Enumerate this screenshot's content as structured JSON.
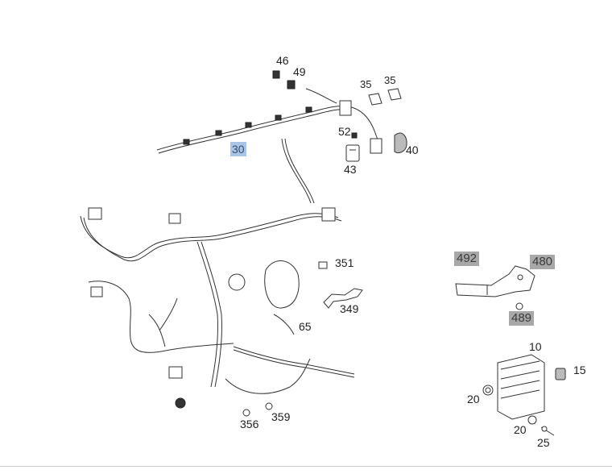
{
  "diagram": {
    "part_labels": [
      {
        "id": "46",
        "text": "46",
        "highlight": "none"
      },
      {
        "id": "49",
        "text": "49",
        "highlight": "none"
      },
      {
        "id": "35a",
        "text": "35",
        "highlight": "none"
      },
      {
        "id": "35b",
        "text": "35",
        "highlight": "none"
      },
      {
        "id": "52",
        "text": "52",
        "highlight": "none"
      },
      {
        "id": "40",
        "text": "40",
        "highlight": "none"
      },
      {
        "id": "43",
        "text": "43",
        "highlight": "none"
      },
      {
        "id": "30",
        "text": "30",
        "highlight": "blue"
      },
      {
        "id": "351",
        "text": "351",
        "highlight": "none"
      },
      {
        "id": "349",
        "text": "349",
        "highlight": "none"
      },
      {
        "id": "65",
        "text": "65",
        "highlight": "none"
      },
      {
        "id": "492",
        "text": "492",
        "highlight": "grey"
      },
      {
        "id": "480",
        "text": "480",
        "highlight": "grey"
      },
      {
        "id": "489",
        "text": "489",
        "highlight": "grey"
      },
      {
        "id": "10",
        "text": "10",
        "highlight": "none"
      },
      {
        "id": "15",
        "text": "15",
        "highlight": "none"
      },
      {
        "id": "20a",
        "text": "20",
        "highlight": "none"
      },
      {
        "id": "20b",
        "text": "20",
        "highlight": "none"
      },
      {
        "id": "25",
        "text": "25",
        "highlight": "none"
      },
      {
        "id": "356",
        "text": "356",
        "highlight": "none"
      },
      {
        "id": "359",
        "text": "359",
        "highlight": "none"
      }
    ],
    "colors": {
      "highlight_blue": "#a9c4e4",
      "highlight_grey": "#a8a8a8",
      "line": "#333333"
    }
  }
}
